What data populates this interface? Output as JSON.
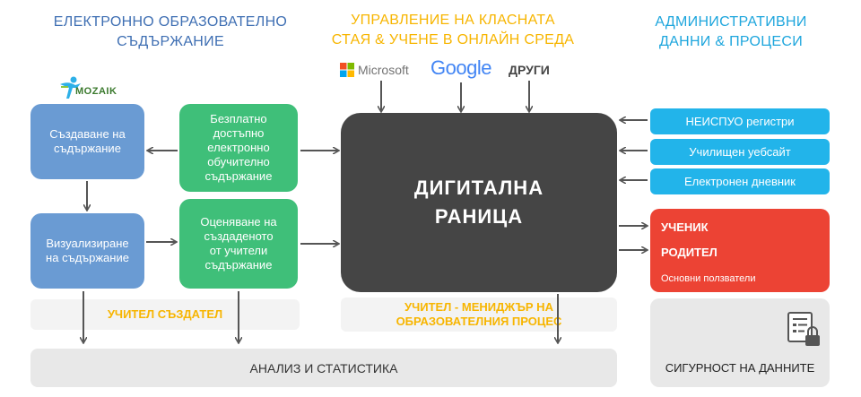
{
  "headers": {
    "content": [
      "ЕЛЕКТРОННО ОБРАЗОВАТЕЛНО",
      "СЪДЪРЖАНИЕ"
    ],
    "classroom": [
      "УПРАВЛЕНИЕ НА КЛАСНАТА",
      "СТАЯ & УЧЕНЕ В ОНЛАЙН СРЕДА"
    ],
    "admin": [
      "АДМИНИСТРАТИВНИ",
      "ДАННИ & ПРОЦЕСИ"
    ]
  },
  "logo": {
    "text": "MOZAIK"
  },
  "vendors": {
    "microsoft": "Microsoft",
    "google": "Google",
    "other": "ДРУГИ"
  },
  "blue_boxes": {
    "create": [
      "Създаване на",
      "съдържание"
    ],
    "visualize": [
      "Визуализиране",
      "на съдържание"
    ]
  },
  "green_boxes": {
    "free": [
      "Безплатно",
      "достъпно",
      "електронно",
      "обучително",
      "съдържание"
    ],
    "assess": [
      "Оценяване на",
      "създаденото",
      "от учители",
      "съдържание"
    ]
  },
  "center": {
    "line1": "ДИГИТАЛНА",
    "line2": "РАНИЦА"
  },
  "admin_items": [
    "НЕИСПУО регистри",
    "Училищен уебсайт",
    "Електронен дневник"
  ],
  "users": {
    "student": "УЧЕНИК",
    "parent": "РОДИТЕЛ",
    "caption": "Основни ползватели"
  },
  "bars": {
    "teacher_creator": "УЧИТЕЛ СЪЗДАТЕЛ",
    "teacher_manager": [
      "УЧИТЕЛ - МЕНИДЖЪР НА",
      "ОБРАЗОВАТЕЛНИЯ ПРОЦЕС"
    ],
    "analytics": "АНАЛИЗ И СТАТИСТИКА",
    "security": "СИГУРНОСТ НА ДАННИТЕ"
  },
  "colors": {
    "header_blue": "#3f6fb3",
    "header_yellow": "#f7b500",
    "header_cyan": "#1ea6dd",
    "box_blue": "#6a9bd3",
    "box_green": "#3fbf79",
    "center_dark": "#454545",
    "admin_cyan": "#22b4ea",
    "users_red": "#ec4334",
    "bar_grey": "#e8e8e8"
  }
}
